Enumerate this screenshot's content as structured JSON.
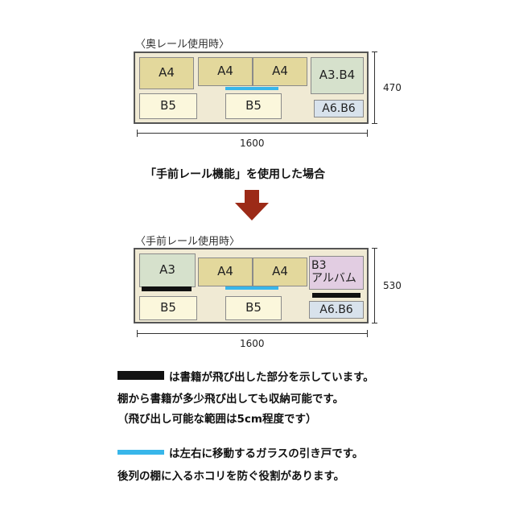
{
  "top": {
    "caption": "〈奥レール使用時〉",
    "boxes": {
      "a4_left": "A4",
      "a4_mid1": "A4",
      "a4_mid2": "A4",
      "a3b4": "A3.B4",
      "b5_left": "B5",
      "b5_mid": "B5",
      "a6b6": "A6.B6"
    },
    "width_label": "1600",
    "depth_label": "470"
  },
  "middle": {
    "heading": "「手前レール機能」を使用した場合"
  },
  "bottom": {
    "caption": "〈手前レール使用時〉",
    "boxes": {
      "a3": "A3",
      "a4_mid1": "A4",
      "a4_mid2": "A4",
      "b3_line1": "B3",
      "b3_line2": "アルバム",
      "b5_left": "B5",
      "b5_mid": "B5",
      "a6b6": "A6.B6"
    },
    "width_label": "1600",
    "depth_label": "530"
  },
  "notes": {
    "black_line1": "は書籍が飛び出した部分を示しています。",
    "black_line2": "棚から書籍が多少飛び出しても収納可能です。",
    "black_line3": "（飛び出し可能な範囲は5cm程度です）",
    "cyan_line1": "は左右に移動するガラスの引き戸です。",
    "cyan_line2": "後列の棚に入るホコリを防ぐ役割があります。"
  },
  "colors": {
    "glass_door": "#38b6ea",
    "protrusion": "#111111",
    "arrow": "#9c2a17"
  },
  "icons": {
    "arrow": "down-arrow-icon"
  }
}
